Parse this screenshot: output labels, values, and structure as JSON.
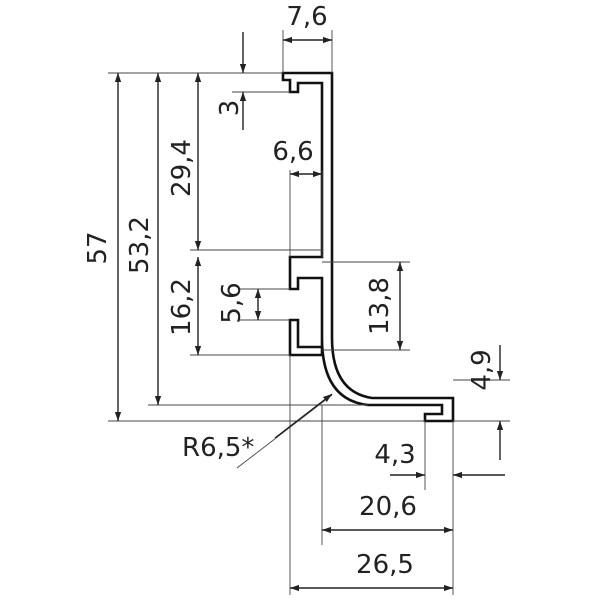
{
  "dimensions": {
    "top_width": "7,6",
    "lip_depth": "3",
    "inner_width": "6,6",
    "height_upper": "29,4",
    "height_total": "57",
    "height_mid": "53,2",
    "height_slot": "16,2",
    "slot_gap": "5,6",
    "channel_height": "13,8",
    "hook_height": "4,9",
    "hook_width": "4,3",
    "foot_width": "20,6",
    "overall_width": "26,5"
  },
  "radius_label": "R6,5*"
}
